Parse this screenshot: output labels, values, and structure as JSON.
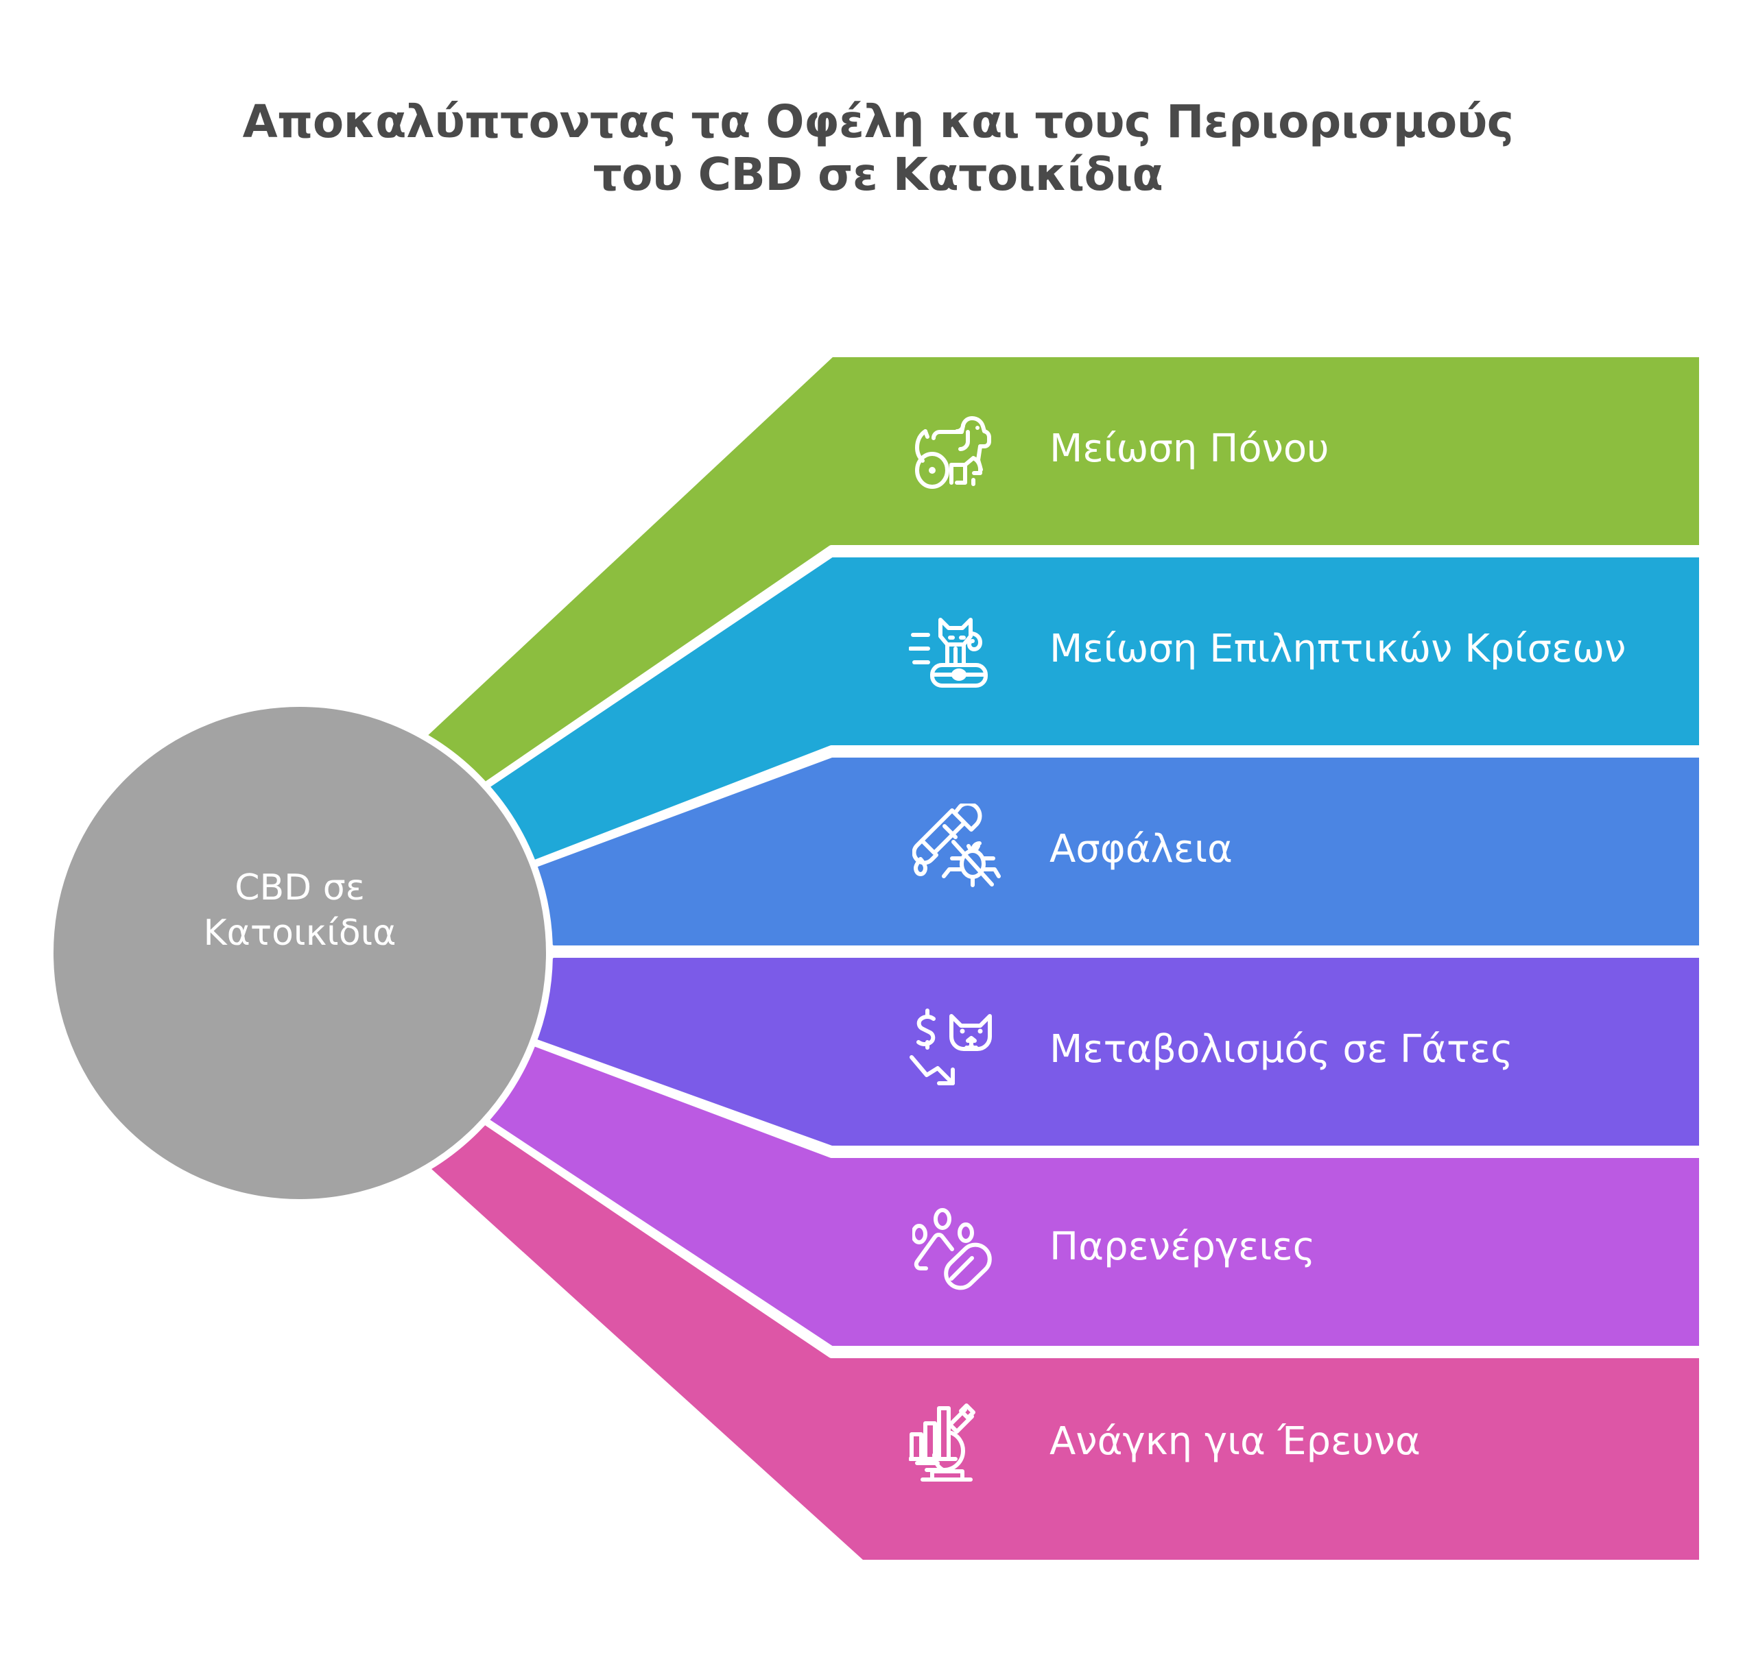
{
  "page": {
    "background": "#ffffff",
    "title_color": "#4a4a4a"
  },
  "title": {
    "line1": "Αποκαλύπτοντας τα Οφέλη και τους Περιορισμούς",
    "line2": "του CBD σε Κατοικίδια"
  },
  "hub": {
    "label_line1": "CBD σε",
    "label_line2": "Κατοικίδια",
    "color": "#a3a3a3",
    "text_color": "#ffffff"
  },
  "bands": [
    {
      "label": "Μείωση Πόνου",
      "color": "#8CBE3F",
      "icon": "dog-wheelchair-icon"
    },
    {
      "label": "Μείωση Επιληπτικών Κρίσεων",
      "color": "#1FA8D8",
      "icon": "cat-on-skateboard-icon"
    },
    {
      "label": "Ασφάλεια",
      "color": "#4B85E3",
      "icon": "dropper-no-bug-icon"
    },
    {
      "label": "Μεταβολισμός σε Γάτες",
      "color": "#7B5BE8",
      "icon": "cat-dollar-down-icon"
    },
    {
      "label": "Παρενέργειες",
      "color": "#BB5AE2",
      "icon": "paw-pill-icon"
    },
    {
      "label": "Ανάγκη για Έρευνα",
      "color": "#DD56A6",
      "icon": "microscope-chart-icon"
    }
  ]
}
